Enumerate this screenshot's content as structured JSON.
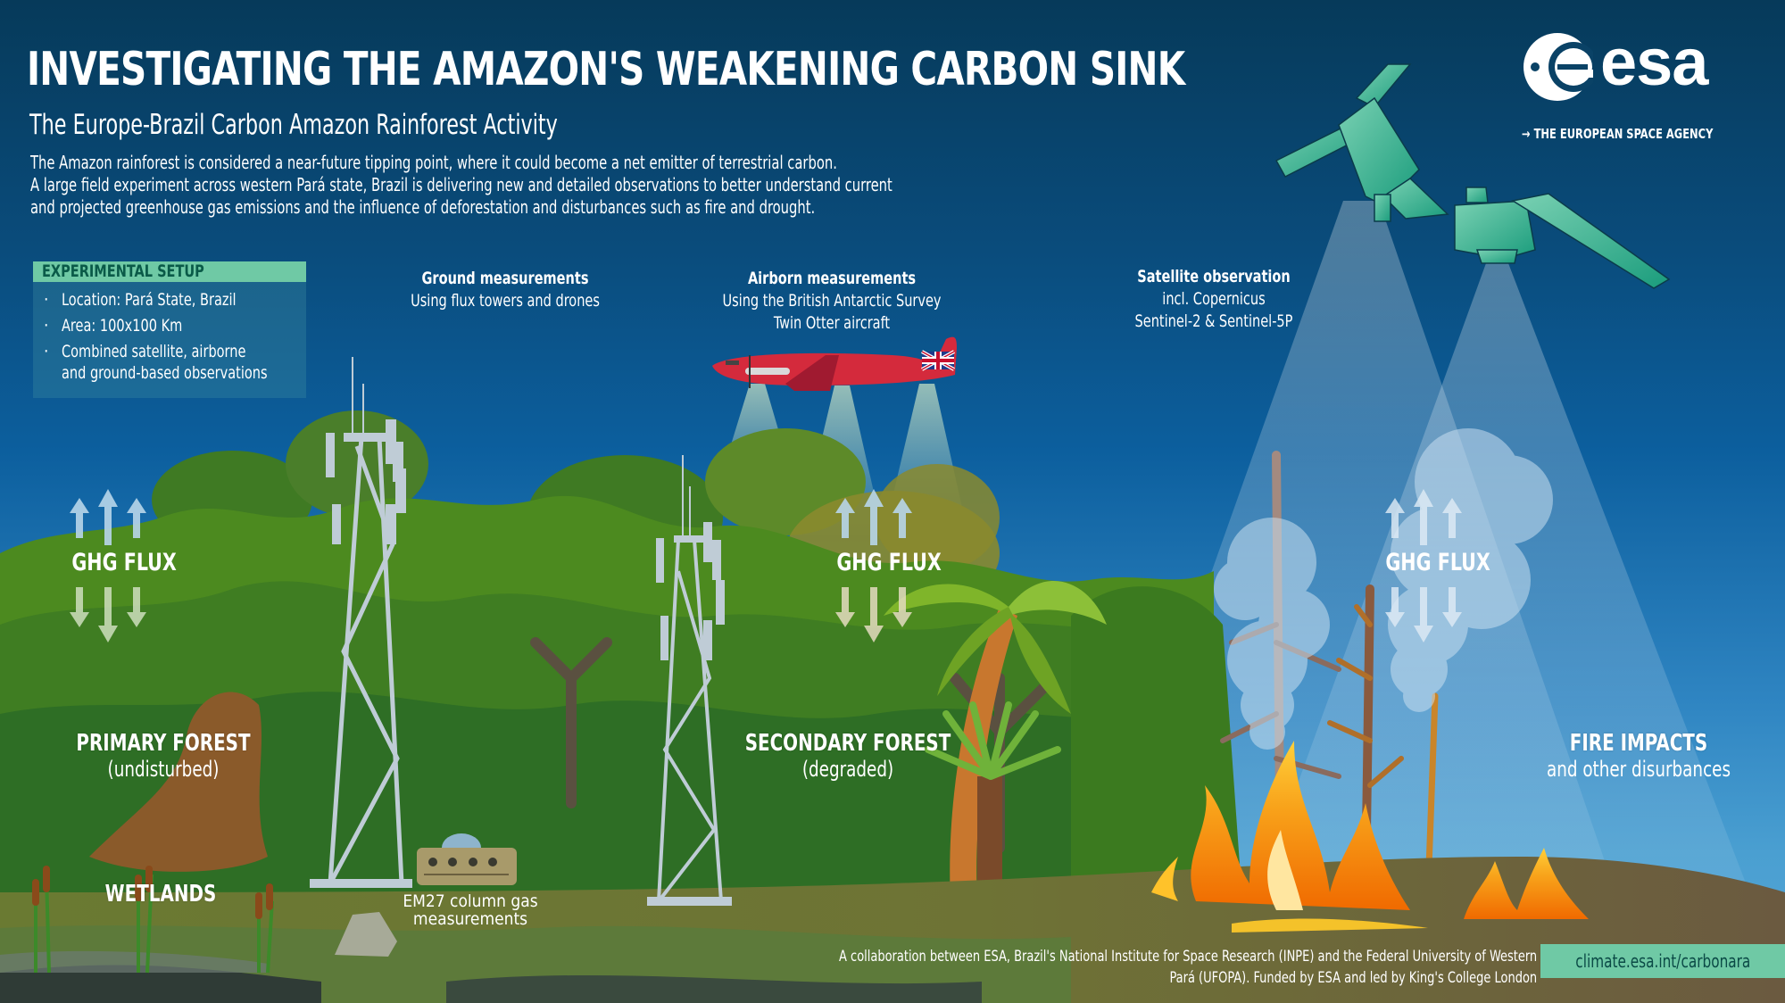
{
  "header": {
    "title": "INVESTIGATING THE AMAZON'S WEAKENING CARBON SINK",
    "subtitle": "The Europe-Brazil Carbon Amazon Rainforest Activity",
    "intro_lines": [
      "The Amazon rainforest is considered a near-future tipping point, where it could become a net emitter of terrestrial carbon.",
      "A large field experiment across western Pará state, Brazil is delivering new and detailed observations to better understand current",
      "and projected greenhouse gas emissions and the influence of deforestation and disturbances such as fire and drought."
    ]
  },
  "logo": {
    "wordmark": "esa",
    "tagline": "→ THE EUROPEAN SPACE AGENCY"
  },
  "experimental_setup": {
    "heading": "EXPERIMENTAL SETUP",
    "items": [
      "Location: Pará State, Brazil",
      "Area: 100x100 Km",
      "Combined satellite, airborne",
      "and ground-based observations"
    ]
  },
  "measurements": {
    "ground": {
      "heading": "Ground measurements",
      "lines": [
        "Using flux towers and drones"
      ]
    },
    "airborne": {
      "heading": "Airborn measurements",
      "lines": [
        "Using the British Antarctic Survey",
        "Twin Otter aircraft"
      ]
    },
    "satellite": {
      "heading": "Satellite observation",
      "lines": [
        "incl. Copernicus",
        "Sentinel-2 & Sentinel-5P"
      ]
    }
  },
  "flux_labels": [
    "GHG FLUX",
    "GHG FLUX",
    "GHG FLUX"
  ],
  "zones": {
    "primary": {
      "title": "PRIMARY FOREST",
      "note": "(undisturbed)"
    },
    "secondary": {
      "title": "SECONDARY FOREST",
      "note": "(degraded)"
    },
    "fire": {
      "title": "FIRE IMPACTS",
      "note": "and other disurbances"
    },
    "wetlands": {
      "title": "WETLANDS"
    },
    "em27": {
      "lines": [
        "EM27 column gas",
        "measurements"
      ]
    }
  },
  "footer": {
    "credit_lines": [
      "A collaboration between ESA, Brazil's National Institute for Space Research (INPE) and the Federal University of Western",
      "Pará (UFOPA). Funded by ESA and led by King's College London"
    ],
    "link": "climate.esa.int/carbonara"
  },
  "colors": {
    "sky_top": "#063a5a",
    "sky_bottom": "#58a8d6",
    "accent_mint": "#6fc9a5",
    "satellite_green": "#4fbf9a",
    "aircraft_red": "#d42a3c",
    "forest_green": "#4e8a1e",
    "fire_orange": "#f28a10"
  }
}
